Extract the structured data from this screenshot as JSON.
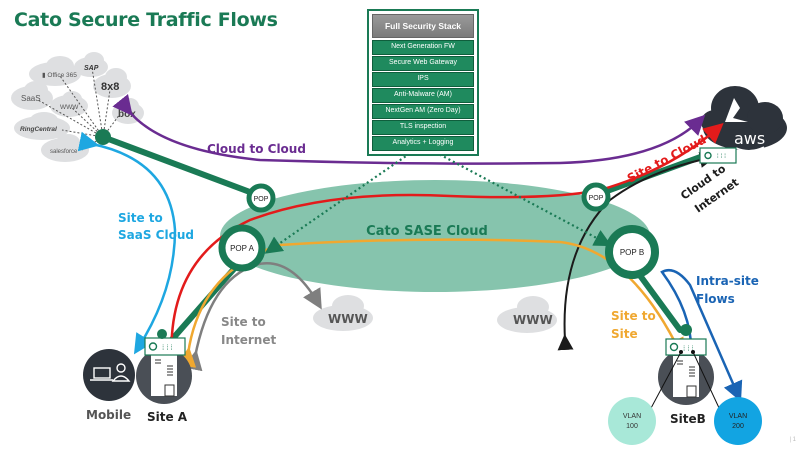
{
  "title": "Cato Secure Traffic Flows",
  "security_stack": {
    "header": "Full Security Stack",
    "items": [
      "Next Generation FW",
      "Secure Web Gateway",
      "IPS",
      "Anti-Malware (AM)",
      "NextGen AM (Zero Day)",
      "TLS inspection",
      "Analytics + Logging"
    ]
  },
  "saas_clouds": [
    "Office 365",
    "SAP",
    "8x8",
    "SaaS",
    "WWW",
    "box",
    "RingCentral",
    "salesforce"
  ],
  "core": {
    "label": "Cato SASE Cloud",
    "pops": [
      "POP",
      "POP A",
      "POP",
      "POP B"
    ]
  },
  "internet_clouds": [
    "WWW",
    "WWW"
  ],
  "public_cloud": {
    "label": "aws"
  },
  "flows": [
    {
      "id": "cloud-to-cloud",
      "label": "Cloud to Cloud",
      "color": "#6a2c91"
    },
    {
      "id": "site-to-cloud",
      "label": "Site to Cloud",
      "color": "#e31b1b"
    },
    {
      "id": "cloud-to-internet",
      "label": "Cloud to Internet",
      "label_lines": [
        "Cloud to",
        "Internet"
      ],
      "color": "#1b1b1b"
    },
    {
      "id": "site-to-saas",
      "label": "Site to SaaS Cloud",
      "label_lines": [
        "Site to",
        "SaaS Cloud"
      ],
      "color": "#1ea7e1"
    },
    {
      "id": "site-to-internet",
      "label": "Site to Internet",
      "label_lines": [
        "Site to",
        "Internet"
      ],
      "color": "#7f7f7f"
    },
    {
      "id": "site-to-site",
      "label": "Site to Site",
      "label_lines": [
        "Site to",
        "Site"
      ],
      "color": "#f0a830"
    },
    {
      "id": "intra-site",
      "label": "Intra-site Flows",
      "label_lines": [
        "Intra-site",
        "Flows"
      ],
      "color": "#1a64b4"
    }
  ],
  "sites": {
    "mobile": "Mobile",
    "site_a": "Site A",
    "site_b": "SiteB"
  },
  "vlans": [
    {
      "label_lines": [
        "VLAN",
        "100"
      ],
      "color": "#a8e8d8"
    },
    {
      "label_lines": [
        "VLAN",
        "200"
      ],
      "color": "#12a4e2"
    }
  ],
  "colors": {
    "brand_green": "#1a7a55",
    "sase_fill": "#86c4ad",
    "dark": "#2d333b"
  },
  "slide_number": "| 1"
}
